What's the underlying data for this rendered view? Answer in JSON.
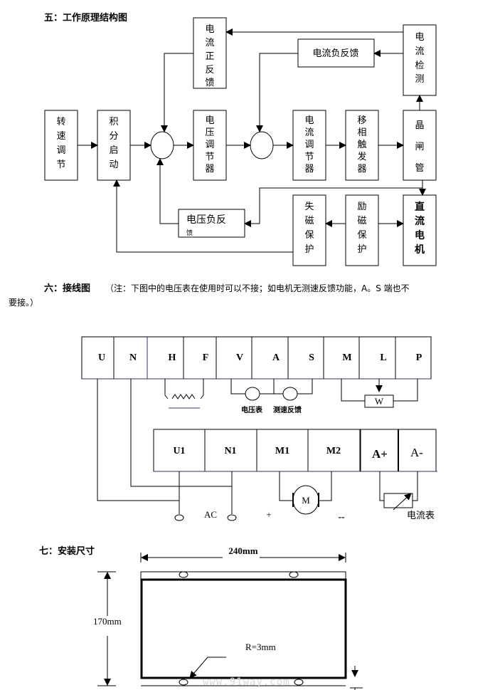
{
  "section5": {
    "title": "五：工作原理结构图",
    "blocks": {
      "speed_adjust": [
        "转",
        "速",
        "调",
        "节"
      ],
      "soft_start": [
        "积",
        "分",
        "启",
        "动"
      ],
      "current_pos_fb": [
        "电",
        "流",
        "正",
        "反",
        "馈"
      ],
      "voltage_reg": [
        "电",
        "压",
        "调",
        "节",
        "器"
      ],
      "current_neg_fb": "电流负反馈",
      "current_reg": [
        "电",
        "流",
        "调",
        "节",
        "器"
      ],
      "phase_trigger": [
        "移",
        "相",
        "触",
        "发",
        "器"
      ],
      "current_detect": [
        "电",
        "流",
        "检",
        "测"
      ],
      "thyristor": [
        "晶",
        "闸",
        "管"
      ],
      "voltage_neg_fb_line1": "电压负反",
      "voltage_neg_fb_line2": "馈",
      "field_loss_protect": [
        "失",
        "磁",
        "保",
        "护"
      ],
      "excitation_protect": [
        "励",
        "磁",
        "保",
        "护"
      ],
      "dc_motor": [
        "直",
        "流",
        "电",
        "机"
      ]
    }
  },
  "section6": {
    "title": "六：接线图",
    "note_line1": "（注：下图中的电压表在使用时可以不接；如电机无测速反馈功能，A。S 端也不",
    "note_line2": "要接。）",
    "top_terminals": [
      "U",
      "N",
      "H",
      "F",
      "V",
      "A",
      "S",
      "M",
      "L",
      "P"
    ],
    "bottom_terminals": [
      "U1",
      "N1",
      "M1",
      "M2"
    ],
    "meter_terminals": [
      "A+",
      "A-"
    ],
    "voltmeter_label": "电压表",
    "tacho_label": "测速反馈",
    "pot_label": "W",
    "motor_label": "M",
    "ac_label": "AC",
    "plus_label": "+",
    "minus_label": "--",
    "ammeter_label": "电流表"
  },
  "section7": {
    "title": "七：安装尺寸",
    "width_label": "240mm",
    "height_label": "170mm",
    "radius_label": "R=3mm"
  },
  "watermark": "www.91way.com"
}
